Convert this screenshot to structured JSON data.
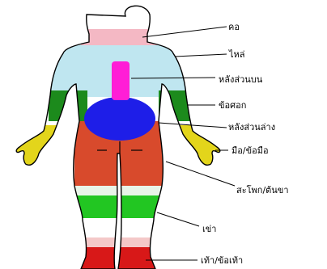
{
  "labels": {
    "neck": "คอ",
    "shoulder": "ไหล่",
    "upper_back": "หลังส่วนบน",
    "elbow": "ข้อศอก",
    "lower_back": "หลังส่วนล่าง",
    "hand_wrist": "มือ/ข้อมือ",
    "hip_thigh": "สะโพก/ต้นขา",
    "knee": "เข่า",
    "foot_ankle": "เท้า/ข้อเท้า"
  },
  "region_colors": {
    "neck": "#f4b8c4",
    "shoulder": "#bfe6f0",
    "upper_back": "#ff1ed6",
    "elbow": "#1c8a1c",
    "lower_back": "#1e1ee8",
    "hand_wrist": "#e3d51b",
    "hip_thigh": "#d84a2c",
    "knee": "#22c622",
    "foot_ankle": "#d81818",
    "body": "#ffffff",
    "outline": "#000000"
  }
}
